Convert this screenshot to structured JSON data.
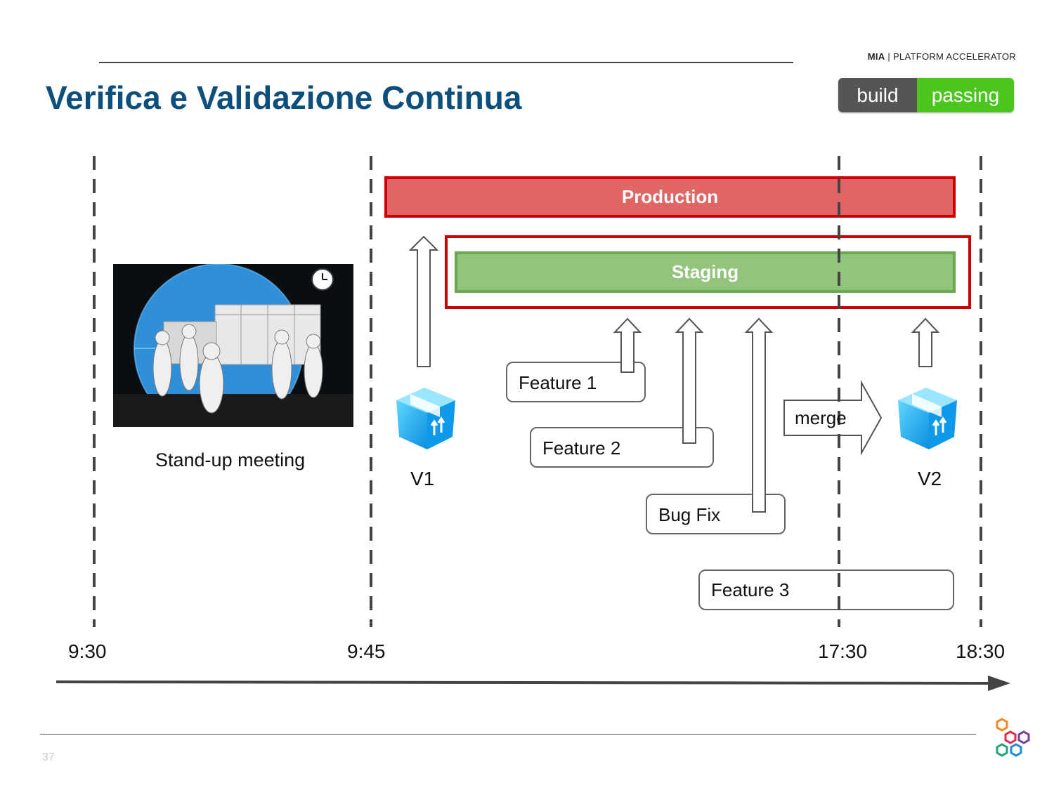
{
  "header": {
    "brand_bold": "MIA",
    "brand_rest": " | PLATFORM ACCELERATOR",
    "title": "Verifica e Validazione Continua",
    "badge": {
      "left": "build",
      "right": "passing",
      "left_color": "#555555",
      "right_color": "#4cc61e"
    }
  },
  "timeline": {
    "ticks": [
      "9:30",
      "9:45",
      "17:30",
      "18:30"
    ]
  },
  "environments": {
    "production": "Production",
    "staging": "Staging",
    "production_color": "#e06666",
    "staging_color": "#93c47d"
  },
  "branches": {
    "feature1": "Feature 1",
    "feature2": "Feature 2",
    "bugfix": "Bug Fix",
    "feature3": "Feature 3",
    "merge": "merge"
  },
  "versions": {
    "v1": "V1",
    "v2": "V2"
  },
  "meeting": {
    "caption": "Stand-up meeting"
  },
  "footer": {
    "page_number": "37"
  }
}
